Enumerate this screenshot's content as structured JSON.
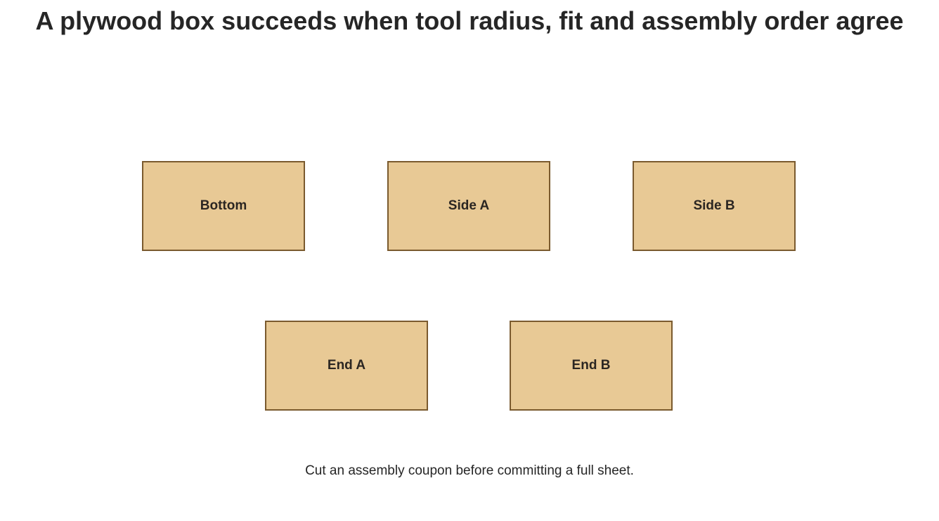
{
  "title": "A plywood box succeeds when tool radius, fit and assembly order agree",
  "panels": [
    {
      "label": "Bottom"
    },
    {
      "label": "Side A"
    },
    {
      "label": "Side B"
    },
    {
      "label": "End A"
    },
    {
      "label": "End B"
    }
  ],
  "caption": "Cut an assembly coupon before committing a full sheet.",
  "colors": {
    "panel_fill": "#e8c995",
    "panel_border": "#7a5a2e",
    "text": "#262626"
  }
}
